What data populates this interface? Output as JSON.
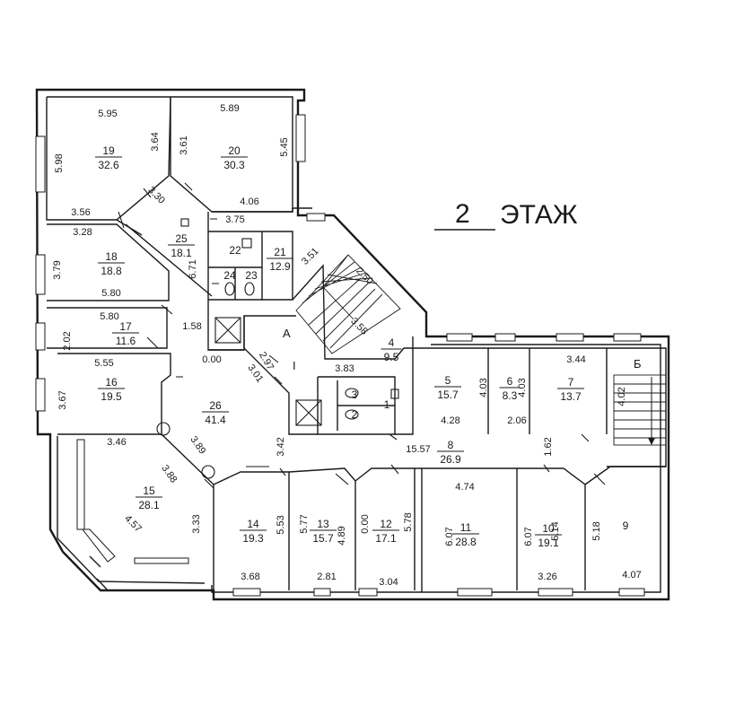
{
  "title": {
    "number": "2",
    "word": "ЭТАЖ"
  },
  "rooms": [
    {
      "id": "19",
      "area": "32.6"
    },
    {
      "id": "20",
      "area": "30.3"
    },
    {
      "id": "21",
      "area": "12.9"
    },
    {
      "id": "22",
      "area": ""
    },
    {
      "id": "23",
      "area": ""
    },
    {
      "id": "24",
      "area": ""
    },
    {
      "id": "25",
      "area": "18.1"
    },
    {
      "id": "18",
      "area": "18.8"
    },
    {
      "id": "17",
      "area": "11.6"
    },
    {
      "id": "16",
      "area": "19.5"
    },
    {
      "id": "26",
      "area": "41.4"
    },
    {
      "id": "15",
      "area": "28.1"
    },
    {
      "id": "14",
      "area": "19.3"
    },
    {
      "id": "13",
      "area": "15.7"
    },
    {
      "id": "12",
      "area": "17.1"
    },
    {
      "id": "11",
      "area": "28.8"
    },
    {
      "id": "10",
      "area": "19.1"
    },
    {
      "id": "9",
      "area": ""
    },
    {
      "id": "8",
      "area": "26.9"
    },
    {
      "id": "7",
      "area": "13.7"
    },
    {
      "id": "6",
      "area": "8.3"
    },
    {
      "id": "5",
      "area": "15.7"
    },
    {
      "id": "4",
      "area": "9.5"
    },
    {
      "id": "3",
      "area": ""
    },
    {
      "id": "2",
      "area": ""
    },
    {
      "id": "1",
      "area": ""
    }
  ],
  "tags": {
    "stair_a": "А",
    "stair_b": "Б",
    "stair_a_sub": "I"
  },
  "dimensions": [
    "5.95",
    "5.98",
    "3.64",
    "3.56",
    "3.61",
    "5.89",
    "5.45",
    "4.06",
    "3.30",
    "3.75",
    "3.51",
    "2.50",
    "3.28",
    "3.79",
    "5.80",
    "6.71",
    "5.80",
    "2.02",
    "1.58",
    "3.58",
    "5.55",
    "3.67",
    "0.00",
    "2.97",
    "3.01",
    "3.83",
    "4.03",
    "4.03",
    "3.44",
    "4.02",
    "4.28",
    "2.06",
    "3.46",
    "3.89",
    "3.88",
    "3.42",
    "15.57",
    "1.62",
    "4.57",
    "3.33",
    "5.53",
    "5.77",
    "4.89",
    "0.00",
    "5.78",
    "4.74",
    "6.07",
    "6.07",
    "5.14",
    "5.18",
    "3.68",
    "2.81",
    "3.04",
    "3.26",
    "4.07"
  ]
}
